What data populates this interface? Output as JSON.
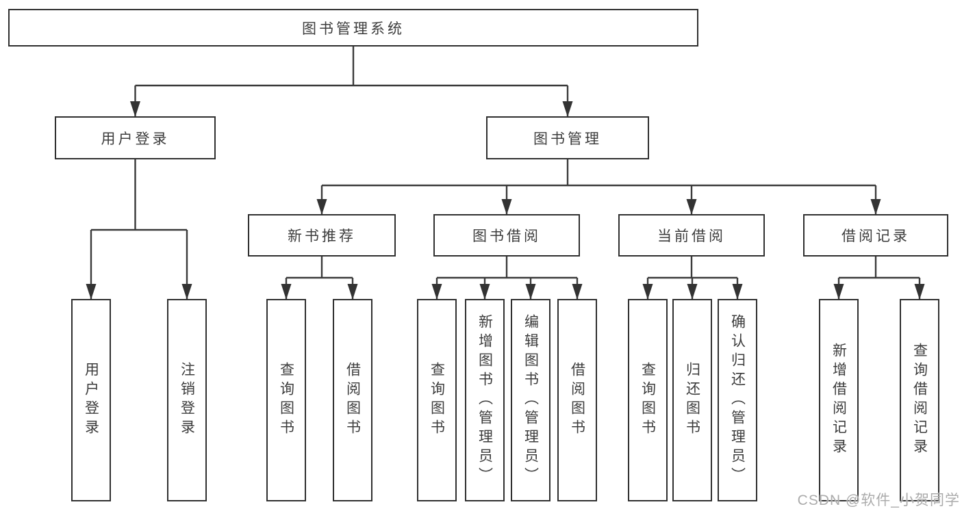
{
  "diagram": {
    "root": {
      "label": "图书管理系统"
    },
    "branches": [
      {
        "label": "用户登录",
        "children": [
          {
            "label": "用户登录"
          },
          {
            "label": "注销登录"
          }
        ]
      },
      {
        "label": "图书管理",
        "children": [
          {
            "label": "新书推荐",
            "children": [
              {
                "label": "查询图书"
              },
              {
                "label": "借阅图书"
              }
            ]
          },
          {
            "label": "图书借阅",
            "children": [
              {
                "label": "查询图书"
              },
              {
                "label": "新增图书（管理员）"
              },
              {
                "label": "编辑图书（管理员）"
              },
              {
                "label": "借阅图书"
              }
            ]
          },
          {
            "label": "当前借阅",
            "children": [
              {
                "label": "查询图书"
              },
              {
                "label": "归还图书"
              },
              {
                "label": "确认归还（管理员）"
              }
            ]
          },
          {
            "label": "借阅记录",
            "children": [
              {
                "label": "新增借阅记录"
              },
              {
                "label": "查询借阅记录"
              }
            ]
          }
        ]
      }
    ]
  },
  "watermark": {
    "text": "CSDN @软件_小贺同学"
  },
  "colors": {
    "line": "#3a3a3a",
    "border": "#2f2f2f",
    "text": "#3c3c3c",
    "watermark": "#ababab"
  }
}
